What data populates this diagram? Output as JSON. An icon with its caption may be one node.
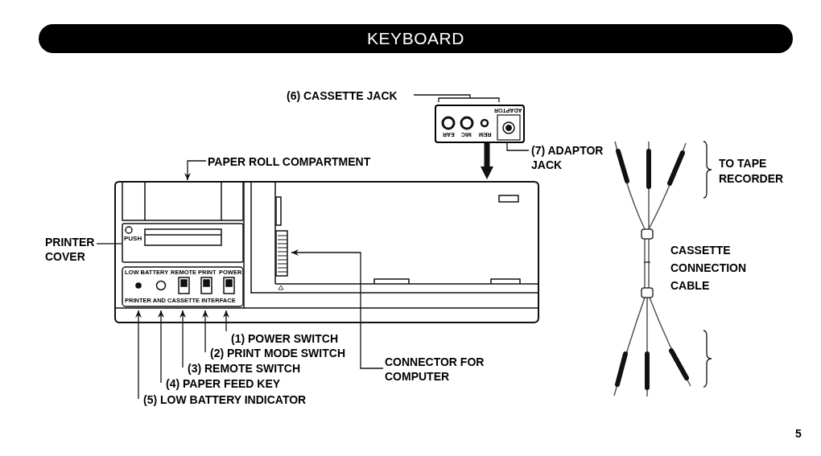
{
  "diagram": {
    "title": "KEYBOARD",
    "nodes": [
      {
        "text": [
          "(6) CASSETTE JACK"
        ]
      },
      {
        "text": [
          "(7) ADAPTOR JACK"
        ]
      },
      {
        "text": [
          "PAPER ROLL COMPARTMENT"
        ]
      },
      {
        "text": [
          "PRINTER COVER"
        ]
      },
      {
        "text": [
          "(1) POWER SWITCH"
        ]
      },
      {
        "text": [
          "(2) PRINT MODE SWITCH"
        ]
      },
      {
        "text": [
          "(3) REMOTE SWITCH"
        ]
      },
      {
        "text": [
          "(4) PAPER FEED KEY"
        ]
      },
      {
        "text": [
          "(5) LOW BATTERY INDICATOR"
        ]
      },
      {
        "text": [
          "CONNECTOR FOR COMPUTER"
        ]
      },
      {
        "text": [
          "EAR",
          "MIC",
          "REM",
          "ADAPTOR"
        ]
      },
      {
        "text": [
          "PUSH",
          "LOW BATTERY",
          "REMOTE",
          "PRINT",
          "POWER",
          "PRINTER AND CASSETTE INTERFACE"
        ]
      }
    ],
    "edges": [
      {
        "from": 0,
        "to": 10,
        "arrow": "none"
      },
      {
        "from": 1,
        "to": 10,
        "arrow": "none"
      },
      {
        "from": 2,
        "to": 11,
        "arrow": "to"
      },
      {
        "from": 3,
        "to": 11,
        "arrow": "none"
      },
      {
        "from": 4,
        "to": 11,
        "arrow": "to"
      },
      {
        "from": 5,
        "to": 11,
        "arrow": "to"
      },
      {
        "from": 6,
        "to": 11,
        "arrow": "to"
      },
      {
        "from": 7,
        "to": 11,
        "arrow": "to"
      },
      {
        "from": 8,
        "to": 11,
        "arrow": "to"
      },
      {
        "from": 9,
        "to": 11,
        "arrow": "to"
      },
      {
        "from": 10,
        "to": 11,
        "arrow": "to",
        "style": "thick"
      }
    ],
    "labels": [
      "TO TAPE RECORDER",
      "CASSETTE CONNECTION CABLE",
      "5"
    ]
  }
}
